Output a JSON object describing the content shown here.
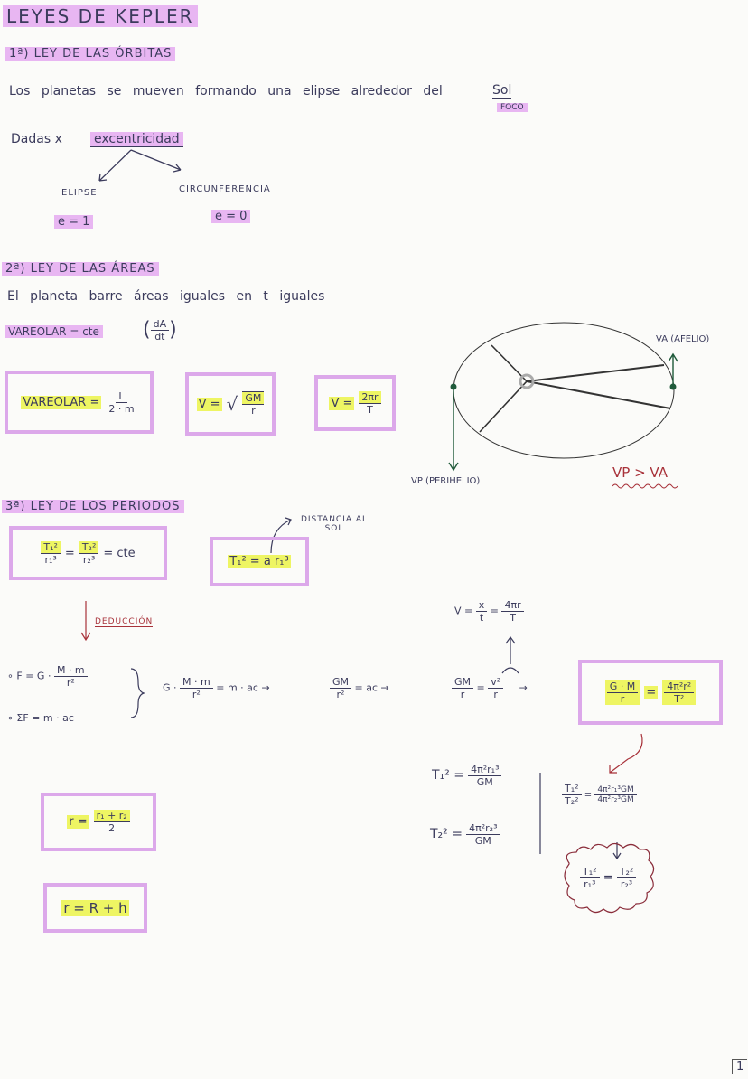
{
  "title": "LEYES DE KEPLER",
  "law1": {
    "heading": "1ª) LEY DE LAS ÓRBITAS",
    "statement": "Los planetas se mueven formando una elipse alrededor del",
    "sun": "Sol",
    "focus": "FOCO",
    "given_prefix": "Dadas x",
    "eccentricity": "excentricidad",
    "ellipse_label": "ELIPSE",
    "circle_label": "CIRCUNFERENCIA",
    "ellipse_e": "e = 1",
    "circle_e": "e = 0"
  },
  "law2": {
    "heading": "2ª) LEY DE LAS ÁREAS",
    "statement": "El planeta barre áreas iguales en t iguales",
    "areolar": "VAREOLAR = cte",
    "dA": "dA",
    "dt": "dt",
    "box1": {
      "lhs": "VAREOLAR =",
      "num": "L",
      "den": "2 · m"
    },
    "box2": {
      "lhs": "V =",
      "num": "GM",
      "den": "r"
    },
    "box3": {
      "lhs": "V =",
      "num": "2πr",
      "den": "T"
    },
    "diagram": {
      "aphelion": "VA (AFELIO)",
      "perihelion": "VP (PERIHELIO)",
      "comparison": "VP > VA"
    }
  },
  "law3": {
    "heading": "3ª) LEY DE LOS PERIODOS",
    "box1": {
      "n1": "T₁²",
      "d1": "r₁³",
      "eq": "=",
      "n2": "T₂²",
      "d2": "r₂³",
      "rhs": "= cte"
    },
    "box2": "T₁² = a r₁³",
    "distance_note": "DISTANCIA AL SOL",
    "deduction": "DEDUCCIÓN",
    "velocity": {
      "lhs": "V =",
      "n1": "x",
      "d1": "t",
      "eq": "=",
      "n2": "4πr",
      "d2": "T"
    },
    "force1": {
      "lhs": "∘ F = G ·",
      "num": "M · m",
      "den": "r²"
    },
    "force2": "∘ ΣF = m · ac",
    "step1": {
      "lhs": "G ·",
      "num": "M · m",
      "den": "r²",
      "rhs": "= m · ac →"
    },
    "step2": {
      "num": "GM",
      "den": "r²",
      "rhs": "= ac →"
    },
    "step3": {
      "num": "GM",
      "den": "r",
      "eq": "=",
      "num2": "v²",
      "den2": "r",
      "rhs": "→"
    },
    "result": {
      "num": "G · M",
      "den": "r",
      "eq": "=",
      "num2": "4π²r²",
      "den2": "T²"
    },
    "t1": {
      "lhs": "T₁² =",
      "num": "4π²r₁³",
      "den": "GM"
    },
    "t2": {
      "lhs": "T₂² =",
      "num": "4π²r₂³",
      "den": "GM"
    },
    "ratio": {
      "num": "T₁²",
      "den": "T₂²",
      "eq": "=",
      "num2": "4π²r₁³GM",
      "den2": "4π²r₂³GM"
    },
    "final": {
      "num": "T₁²",
      "den": "r₁³",
      "eq": "=",
      "num2": "T₂²",
      "den2": "r₂³"
    },
    "radius1": {
      "lhs": "r =",
      "num": "r₁ + r₂",
      "den": "2"
    },
    "radius2": "r = R + h"
  },
  "page_number": "1",
  "colors": {
    "highlight": "#e8b6f2",
    "marker": "#eef563",
    "box": "#dca8ea",
    "red": "#a8323a",
    "green": "#1f5a3a"
  }
}
